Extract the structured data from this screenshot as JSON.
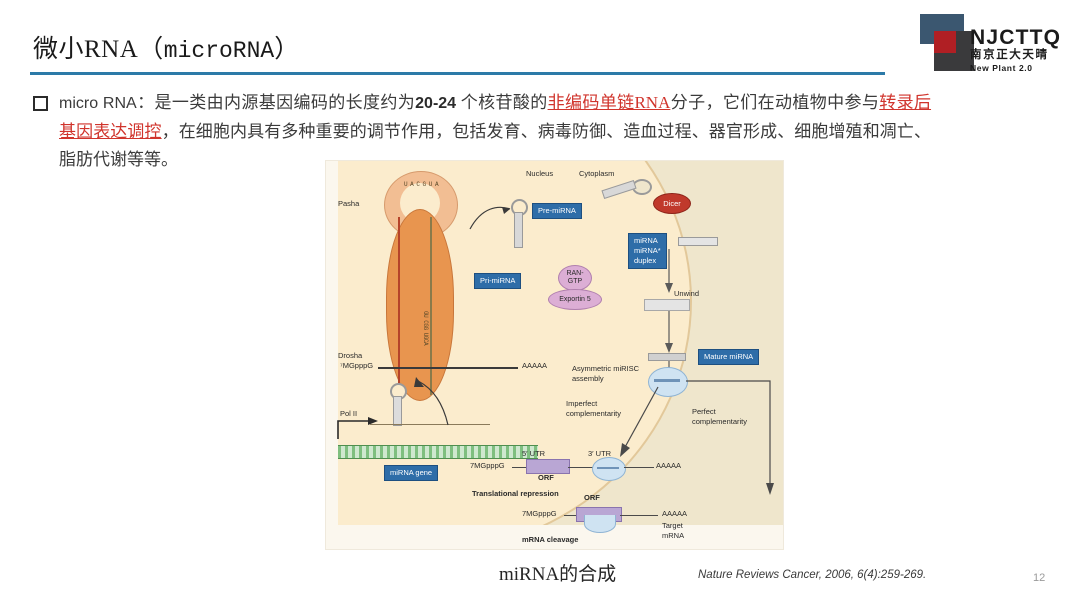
{
  "logo": {
    "brand": "NJCTTQ",
    "brand_cn": "南京正大天晴",
    "tagline": "New Plant 2.0",
    "colors": {
      "blue": "#3b5770",
      "red": "#b01f24",
      "dark": "#3a3a3c"
    }
  },
  "header": {
    "title_cn": "微小RNA（",
    "title_mono": "microRNA",
    "title_close": "）",
    "rule_color": "#2c7aa8"
  },
  "body": {
    "bullet_glyph": "square-outline",
    "lead": "micro RNA",
    "colon": "：",
    "seg1": "是一类由内源基因编码的长度约为",
    "num": "20-24",
    "seg2": " 个核苷酸的",
    "hl1": "非编码单链RNA",
    "seg3": "分子，它们在动植物中参与",
    "hl2": "转录后基因表达调控",
    "seg4": "，在细胞内具有多种重要的调节作用，包括发育、病毒防御、造血过程、器官形成、细胞增殖和凋亡、脂肪代谢等等。",
    "highlight_color": "#d0342c"
  },
  "figure": {
    "alt": "miRNA biogenesis pathway diagram",
    "labels": {
      "nucleus": "Nucleus",
      "cytoplasm": "Cytoplasm",
      "pasha": "Pasha",
      "drosha": "Drosha",
      "pri_mirna": "Pri-miRNA",
      "pre_mirna": "Pre-miRNA",
      "ran_gtp": "RAN-\nGTP",
      "exportin5": "Exportin 5",
      "dicer": "Dicer",
      "duplex": "miRNA\nmiRNA*\nduplex",
      "unwind": "Unwind",
      "mature_mirna": "Mature miRNA",
      "asymmetric": "Asymmetric miRISC\nassembly",
      "imperfect": "Imperfect\ncomplementarity",
      "perfect": "Perfect\ncomplementarity",
      "cap_top": "⁷MGpppG",
      "polyA_top": "AAAAA",
      "pol2": "Pol II",
      "mirna_gene": "miRNA gene",
      "utr5": "5′ UTR",
      "utr3": "3′ UTR",
      "orf1": "ORF",
      "orf2": "ORF",
      "cap_mid": "7MGpppG",
      "polyA_mid": "AAAAA",
      "cap_bot": "7MGpppG",
      "polyA_bot": "AAAAA",
      "translational_repression": "Translational repression",
      "mrna_cleavage": "mRNA cleavage",
      "target_mrna": "Target\nmRNA"
    }
  },
  "footer": {
    "caption": "miRNA的合成",
    "citation": "Nature Reviews Cancer, 2006, 6(4):259-269.",
    "page": "12"
  }
}
